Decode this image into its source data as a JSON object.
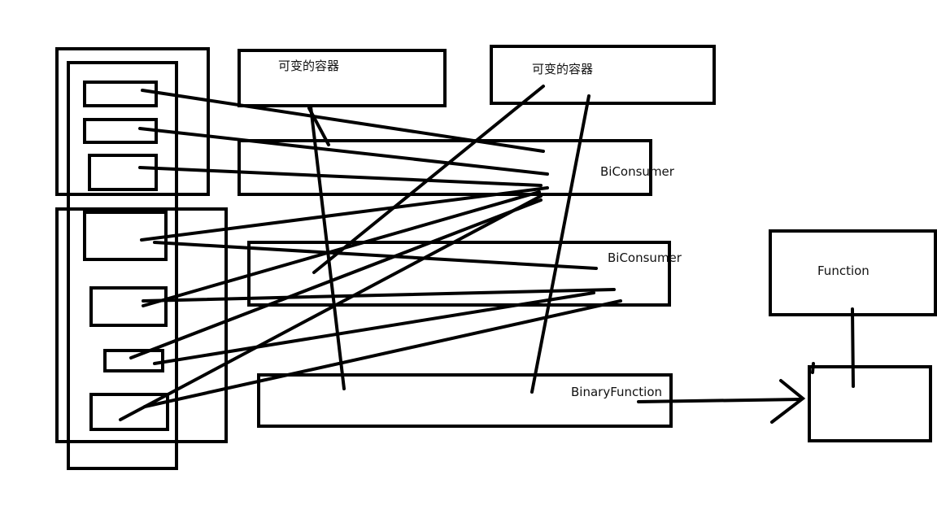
{
  "labels": {
    "container_top_left": "可变的容器",
    "container_top_right": "可变的容器",
    "biconsumer_1": "BiConsumer",
    "biconsumer_2": "BiConsumer",
    "binary_function": "BinaryFunction",
    "function": "Function"
  },
  "colors": {
    "stroke": "#000000",
    "background": "#ffffff"
  }
}
